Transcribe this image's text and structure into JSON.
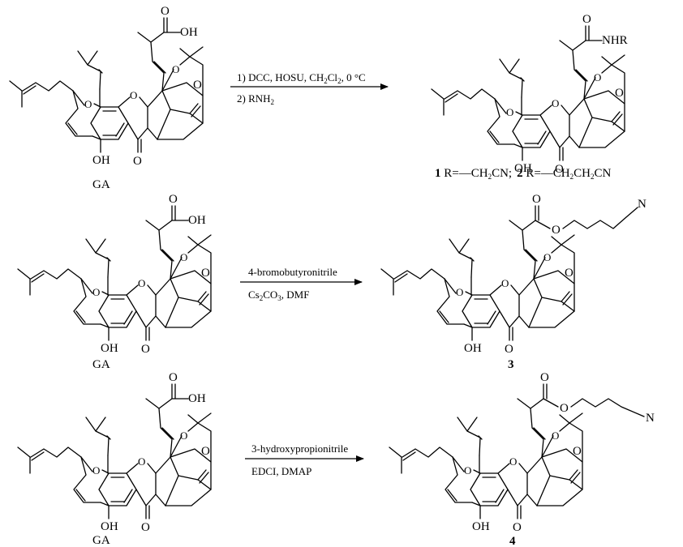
{
  "reactions": [
    {
      "reactant": {
        "label": "GA",
        "atoms": {
          "acid_O": "O",
          "acid_OH": "OH",
          "ring_O1": "O",
          "ring_O2": "O",
          "ring_O3": "O",
          "ketone_O": "O",
          "ketone2_O": "O",
          "phenol": "OH"
        }
      },
      "conditions": {
        "line1": "1) DCC, HOSU, CH",
        "line1_sub": "2",
        "line1_b": "Cl",
        "line1_sub2": "2",
        "line1_c": ", 0 °C",
        "line2": "2) RNH",
        "line2_sub": "2"
      },
      "product": {
        "atoms": {
          "amide_O": "O",
          "amide_N": "NHR",
          "ring_O1": "O",
          "ring_O2": "O",
          "ring_O3": "O",
          "ketone_O": "O",
          "ketone2_O": "O",
          "phenol": "OH"
        },
        "caption": {
          "n1": "1",
          "r1_prefix": " R=",
          "r1_dash": "—",
          "r1_a": "CH",
          "r1_sub": "2",
          "r1_b": "CN;",
          "n2": "2",
          "r2_prefix": " R=",
          "r2_dash": "—",
          "r2_a": "CH",
          "r2_sub": "2",
          "r2_b": "CH",
          "r2_sub2": "2",
          "r2_c": "CN"
        }
      }
    },
    {
      "reactant": {
        "label": "GA",
        "atoms": {
          "acid_O": "O",
          "acid_OH": "OH",
          "ring_O1": "O",
          "ring_O2": "O",
          "ring_O3": "O",
          "ketone_O": "O",
          "ketone2_O": "O",
          "phenol": "OH"
        }
      },
      "conditions": {
        "line1": "4-bromobutyronitrile",
        "line2": "Cs",
        "line2_sub": "2",
        "line2_b": "CO",
        "line2_sub2": "3",
        "line2_c": ", DMF"
      },
      "product": {
        "label": "3",
        "atoms": {
          "ester_O1": "O",
          "ester_O2": "O",
          "nitrile_N": "N",
          "ring_O1": "O",
          "ring_O2": "O",
          "ring_O3": "O",
          "ketone_O": "O",
          "ketone2_O": "O",
          "phenol": "OH"
        }
      }
    },
    {
      "reactant": {
        "label": "GA",
        "atoms": {
          "acid_O": "O",
          "acid_OH": "OH",
          "ring_O1": "O",
          "ring_O2": "O",
          "ring_O3": "O",
          "ketone_O": "O",
          "ketone2_O": "O",
          "phenol": "OH"
        }
      },
      "conditions": {
        "line1": "3-hydroxypropionitrile",
        "line2": "EDCI, DMAP"
      },
      "product": {
        "label": "4",
        "atoms": {
          "ester_O1": "O",
          "ester_O2": "O",
          "nitrile_N": "N",
          "ring_O1": "O",
          "ring_O2": "O",
          "ring_O3": "O",
          "ketone_O": "O",
          "ketone2_O": "O",
          "phenol": "OH"
        }
      }
    }
  ]
}
